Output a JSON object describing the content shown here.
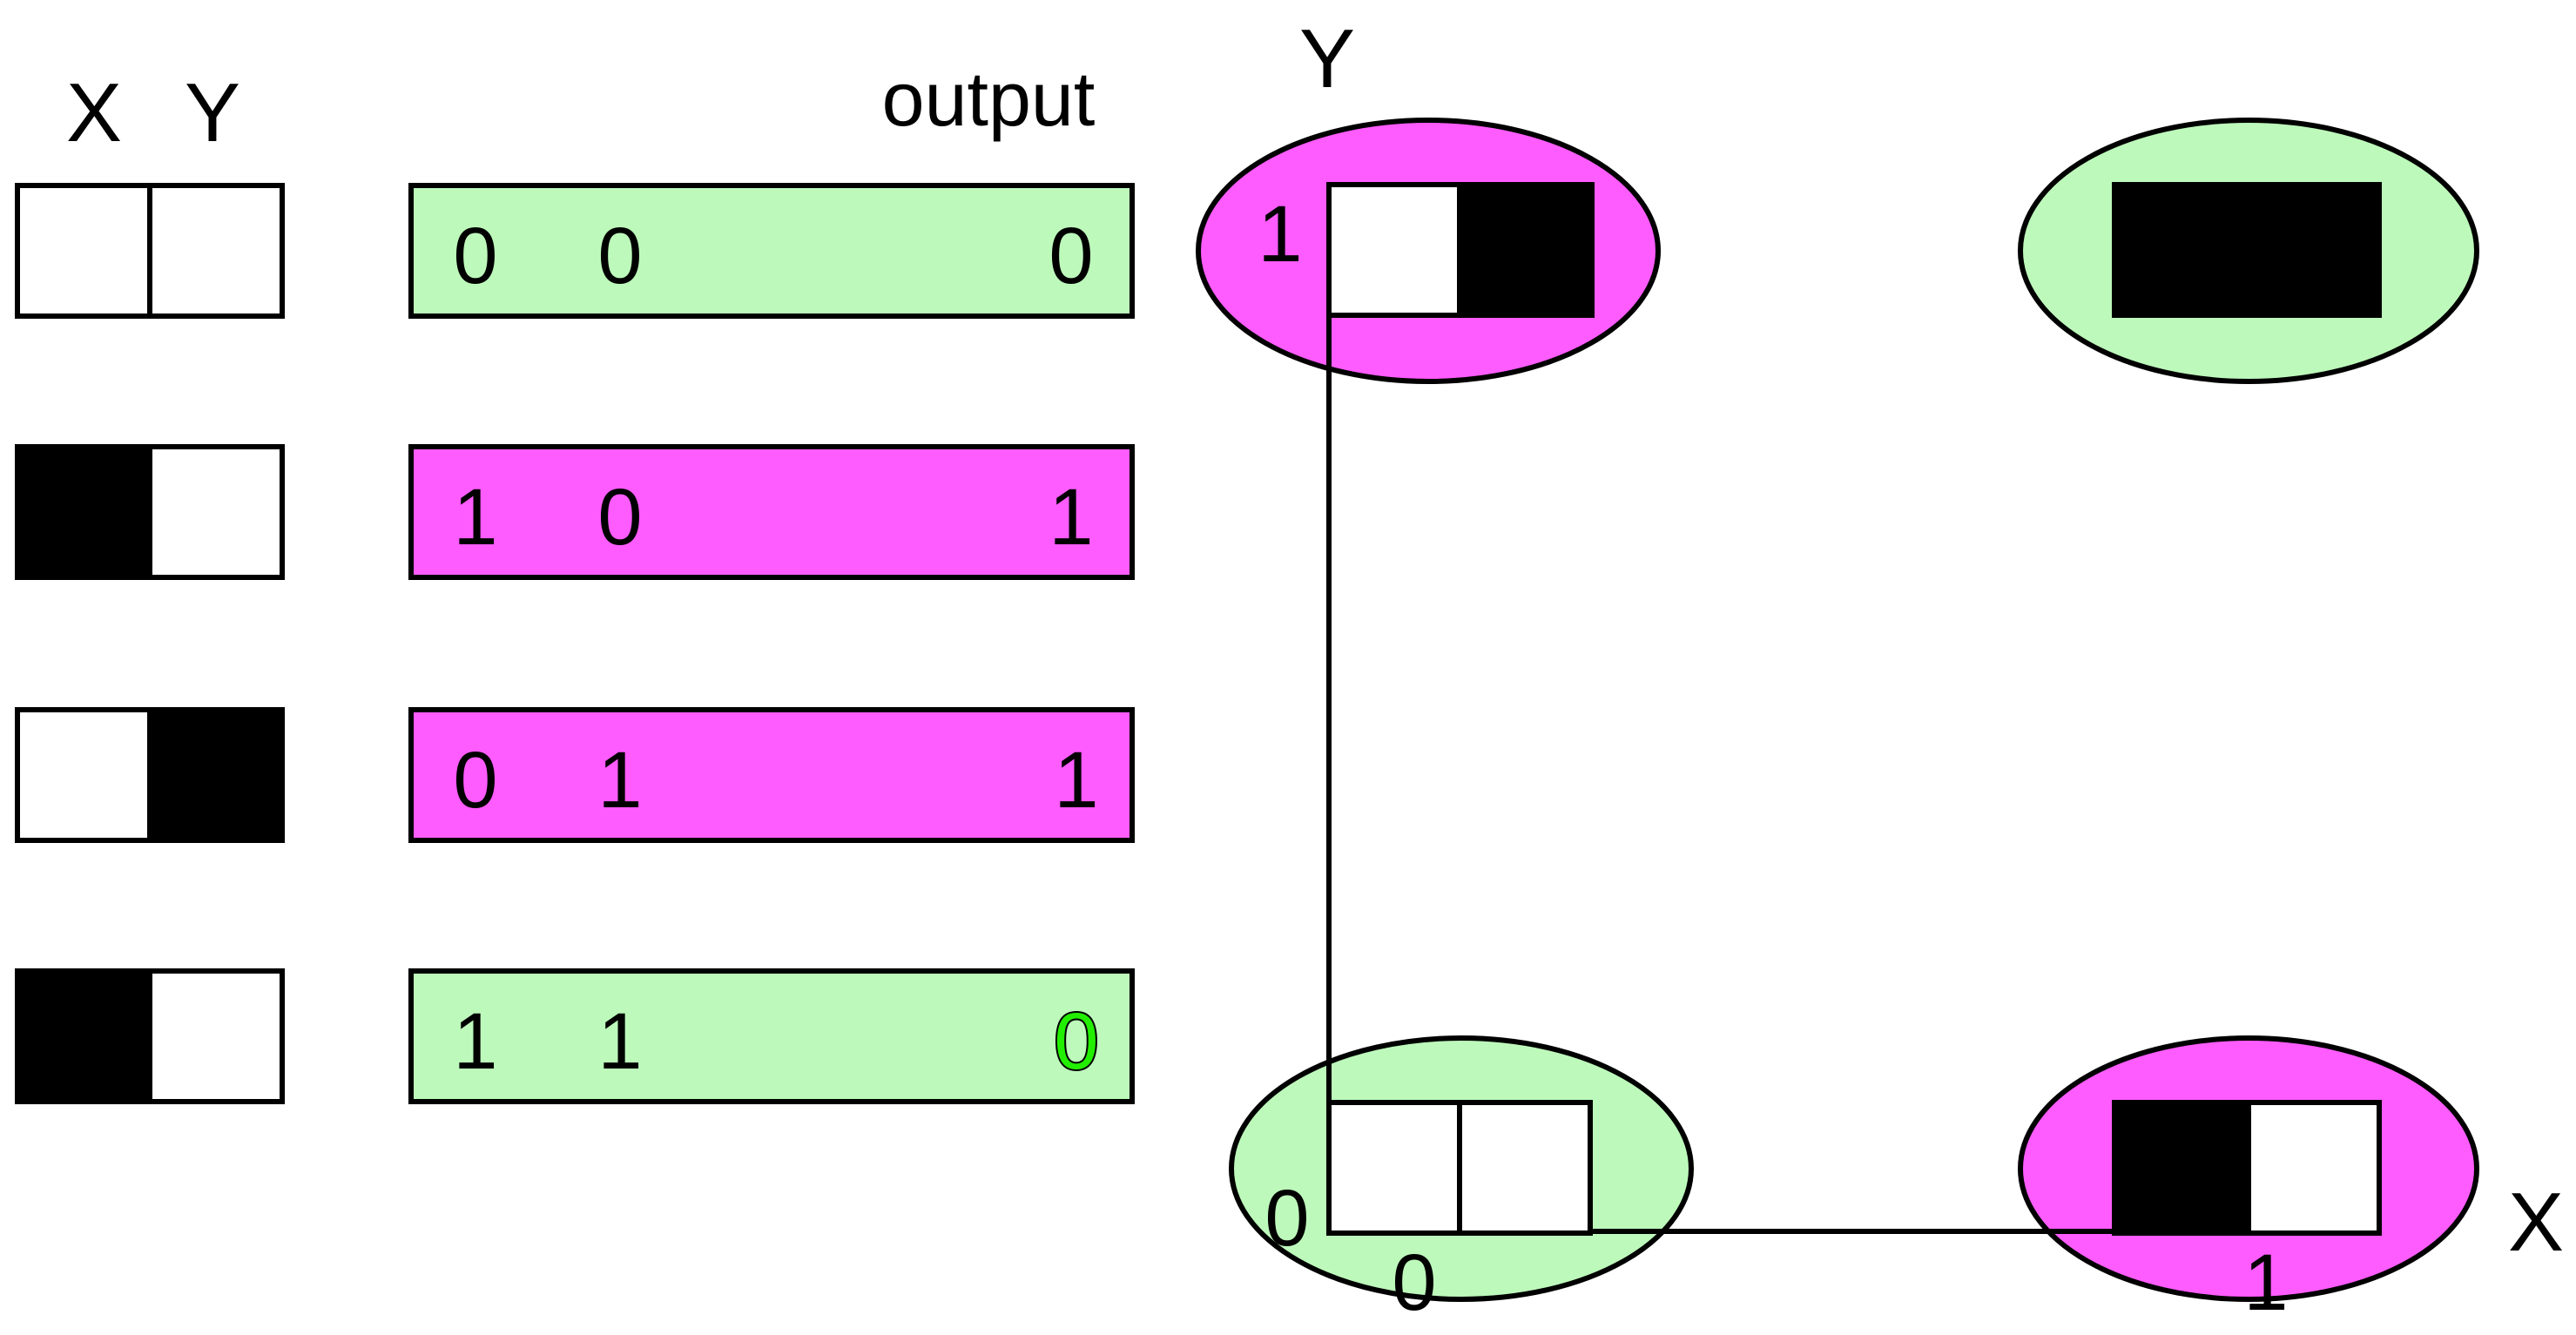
{
  "header": {
    "x_label": "X",
    "y_label": "Y",
    "output_label": "output"
  },
  "colors": {
    "pink": "#ff5cff",
    "green": "#bdf9bb",
    "black": "#000000",
    "white": "#ffffff",
    "highlight_green": "#22ee00"
  },
  "rows": [
    {
      "x": "0",
      "y": "0",
      "output": "0"
    },
    {
      "x": "1",
      "y": "0",
      "output": "1"
    },
    {
      "x": "0",
      "y": "1",
      "output": "1"
    },
    {
      "x": "1",
      "y": "1",
      "output": "0"
    }
  ],
  "plot": {
    "y_axis_label": "Y",
    "x_axis_label": "X",
    "y_tick_one": "1",
    "y_tick_zero": "0",
    "x_tick_zero": "0",
    "x_tick_one": "1"
  }
}
